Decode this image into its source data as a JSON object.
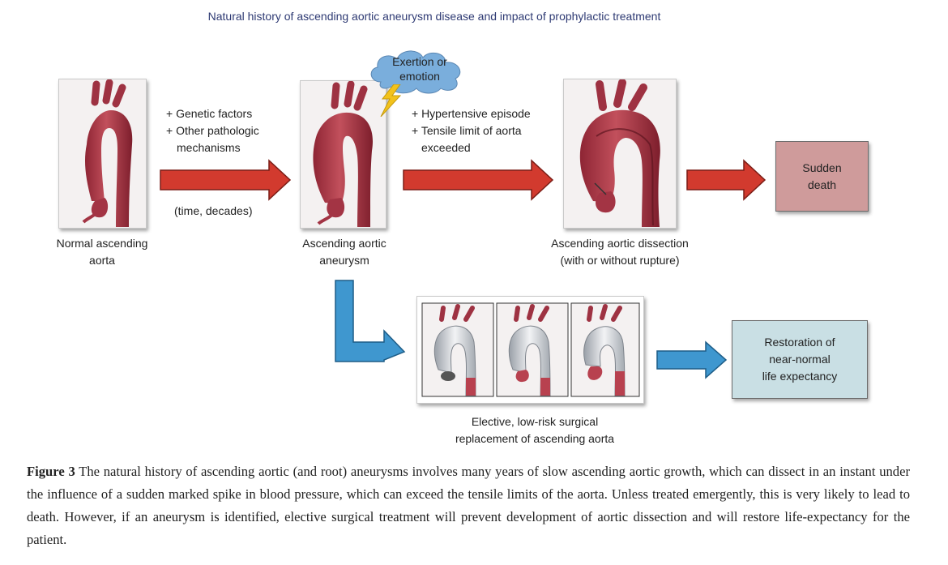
{
  "title": "Natural history of ascending aortic aneurysm disease and impact of prophylactic treatment",
  "stages": {
    "normal": {
      "label": "Normal ascending\naorta"
    },
    "aneurysm": {
      "label": "Ascending aortic\naneurysm"
    },
    "dissection": {
      "label": "Ascending aortic dissection\n(with or without rupture)"
    }
  },
  "transition1": {
    "factors": [
      "+ Genetic factors",
      "+ Other pathologic",
      "mechanisms"
    ],
    "timeframe": "(time, decades)"
  },
  "transition2": {
    "trigger_cloud": "Exertion or\nemotion",
    "factors": [
      "+ Hypertensive episode",
      "+ Tensile limit of aorta",
      "exceeded"
    ]
  },
  "outcomes": {
    "death": "Sudden\ndeath",
    "restoration": "Restoration of\nnear-normal\nlife expectancy"
  },
  "surgery": {
    "label": "Elective, low-risk surgical\nreplacement of ascending aorta"
  },
  "caption": {
    "figure_label": "Figure 3",
    "text": "The natural history of ascending aortic (and root) aneurysms involves many years of slow ascending aortic growth, which can dissect in an instant under the influence of a sudden marked spike in blood pressure, which can exceed the tensile limits of the aorta. Unless treated emergently, this is very likely to lead to death. However, if an aneurysm is identified, elective surgical treatment will prevent development of aortic dissection and will restore life-expectancy for the patient."
  },
  "colors": {
    "aorta": "#b8414f",
    "red_arrow": "#d23a2e",
    "blue_arrow": "#3f97cf",
    "death_box": "#cf9b9b",
    "restore_box": "#c9dfe4",
    "cloud": "#7aaedc",
    "lightning": "#f2c21b",
    "title_text": "#2e3a73"
  },
  "icons": [
    "aorta-normal-illustration",
    "aorta-aneurysm-illustration",
    "aorta-dissection-illustration",
    "aorta-graft-illustration",
    "cloud-icon",
    "lightning-icon"
  ]
}
